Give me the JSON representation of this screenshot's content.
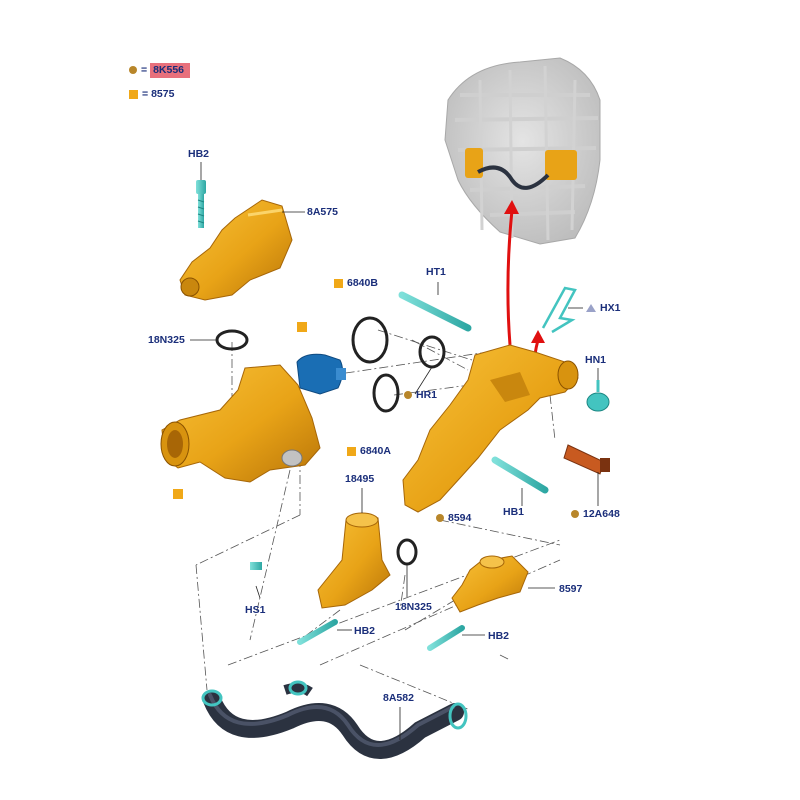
{
  "colors": {
    "part_orange": "#e8a317",
    "part_dark": "#b87408",
    "bolt_teal": "#43c4c0",
    "label_navy": "#1a2e7a",
    "hose": "#2b3240",
    "arrow_red": "#e01010",
    "circle_marker": "#b8862a",
    "square_marker": "#f0a818",
    "triangle_marker": "#9aa2c8",
    "highlight": "#e8707c",
    "sensor": "#c85a20",
    "pump_blue": "#1a6eb4"
  },
  "legend": {
    "circle_code": "8K556",
    "square_code": "8575",
    "equals": "="
  },
  "parts": {
    "hb2_top": "HB2",
    "p8a575": "8A575",
    "p18n325_left": "18N325",
    "p6840b": "6840B",
    "ht1": "HT1",
    "hx1": "HX1",
    "hn1": "HN1",
    "hr1": "HR1",
    "p6840a": "6840A",
    "p18495": "18495",
    "p8594": "8594",
    "hb1": "HB1",
    "p12a648": "12A648",
    "hs1": "HS1",
    "p18n325_mid": "18N325",
    "p8597": "8597",
    "hb2_mid": "HB2",
    "hb2_right": "HB2",
    "p8a582": "8A582"
  }
}
